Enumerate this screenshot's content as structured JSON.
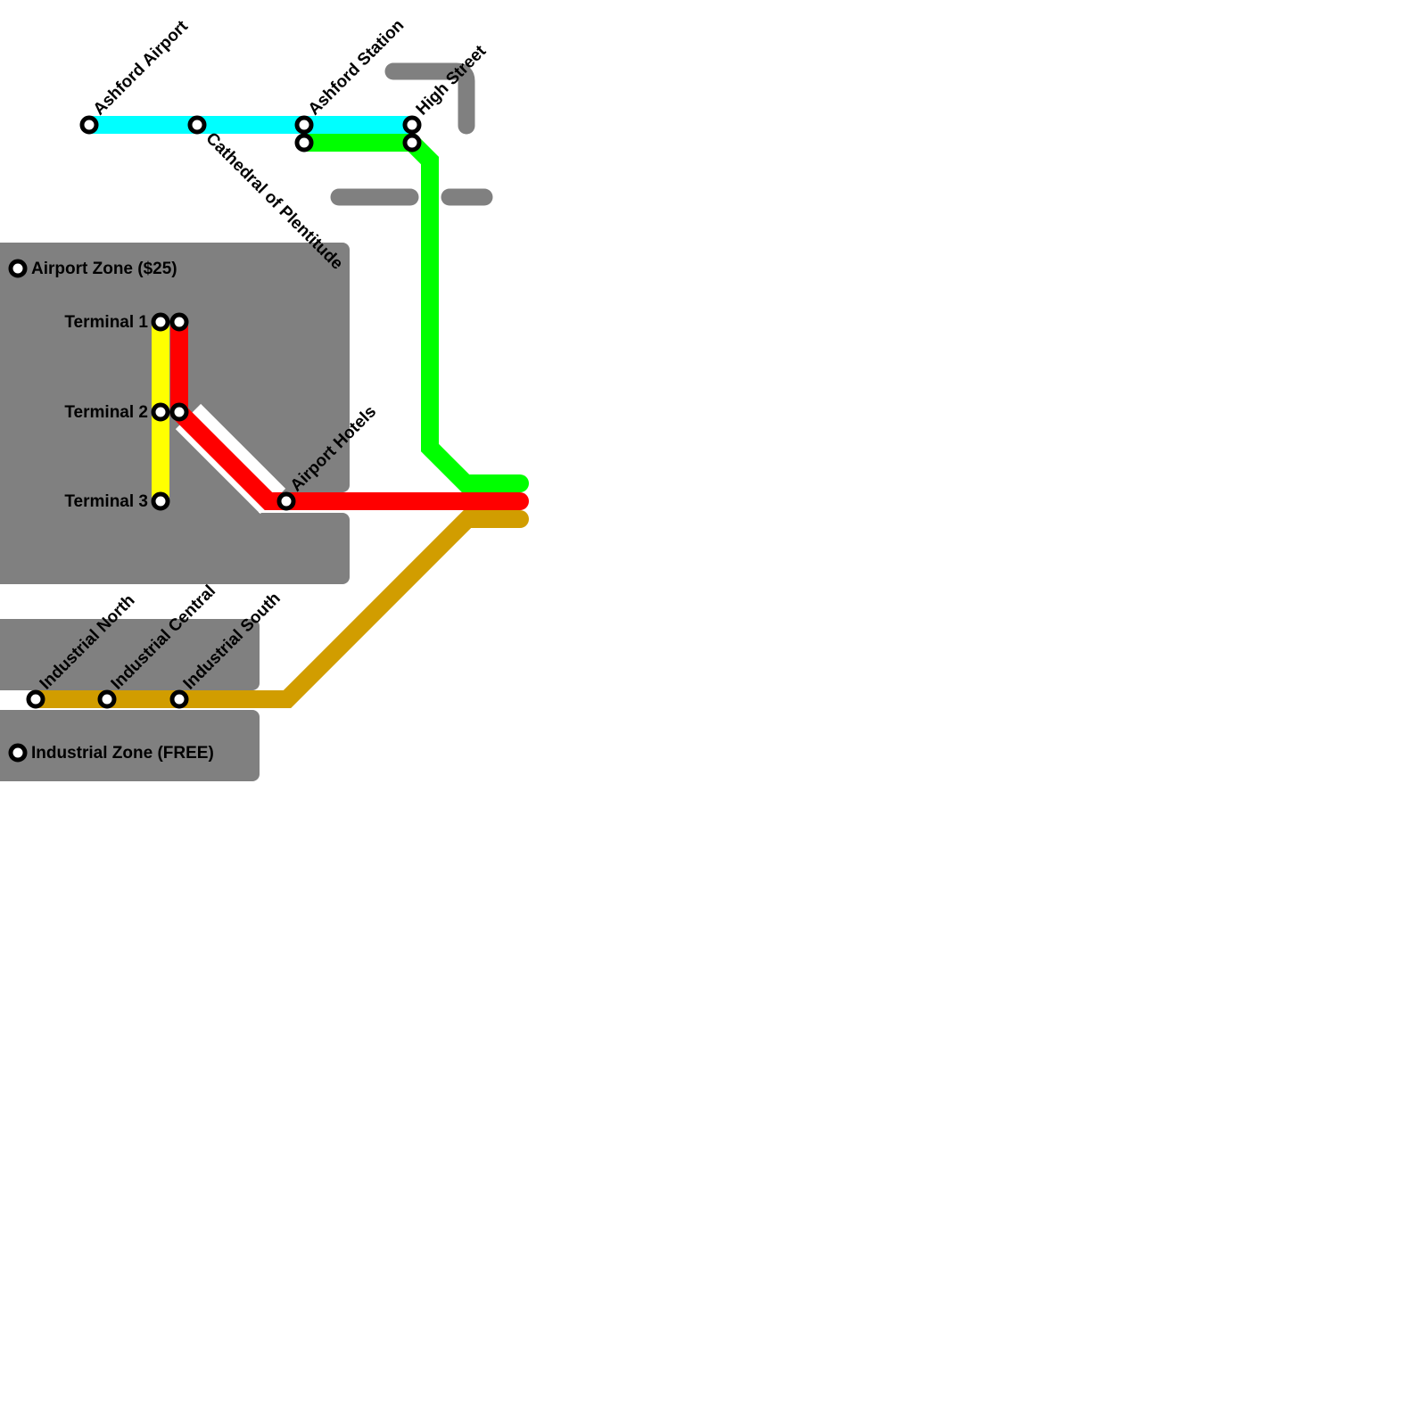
{
  "map": {
    "type": "transit-map",
    "colors": {
      "zone_fill": "#808080",
      "background": "#ffffff",
      "station_fill": "#ffffff",
      "station_stroke": "#000000",
      "label": "#000000"
    },
    "zones": [
      {
        "name": "airport-zone",
        "label": "Airport Zone ($25)"
      },
      {
        "name": "industrial-zone",
        "label": "Industrial Zone (FREE)"
      }
    ],
    "lines": [
      {
        "id": "cyan",
        "color": "#00ffff"
      },
      {
        "id": "green",
        "color": "#00ff00"
      },
      {
        "id": "red",
        "color": "#ff0000"
      },
      {
        "id": "yellow",
        "color": "#ffff00"
      },
      {
        "id": "gold",
        "color": "#d19d00"
      },
      {
        "id": "gray",
        "color": "#808080"
      }
    ],
    "stations": {
      "ashford_airport": "Ashford Airport",
      "cathedral": "Cathedral of Plentitude",
      "ashford_station": "Ashford Station",
      "high_street": "High Street",
      "terminal_1": "Terminal 1",
      "terminal_2": "Terminal 2",
      "terminal_3": "Terminal 3",
      "airport_hotels": "Airport Hotels",
      "industrial_north": "Industrial North",
      "industrial_central": "Industrial Central",
      "industrial_south": "Industrial South"
    }
  }
}
